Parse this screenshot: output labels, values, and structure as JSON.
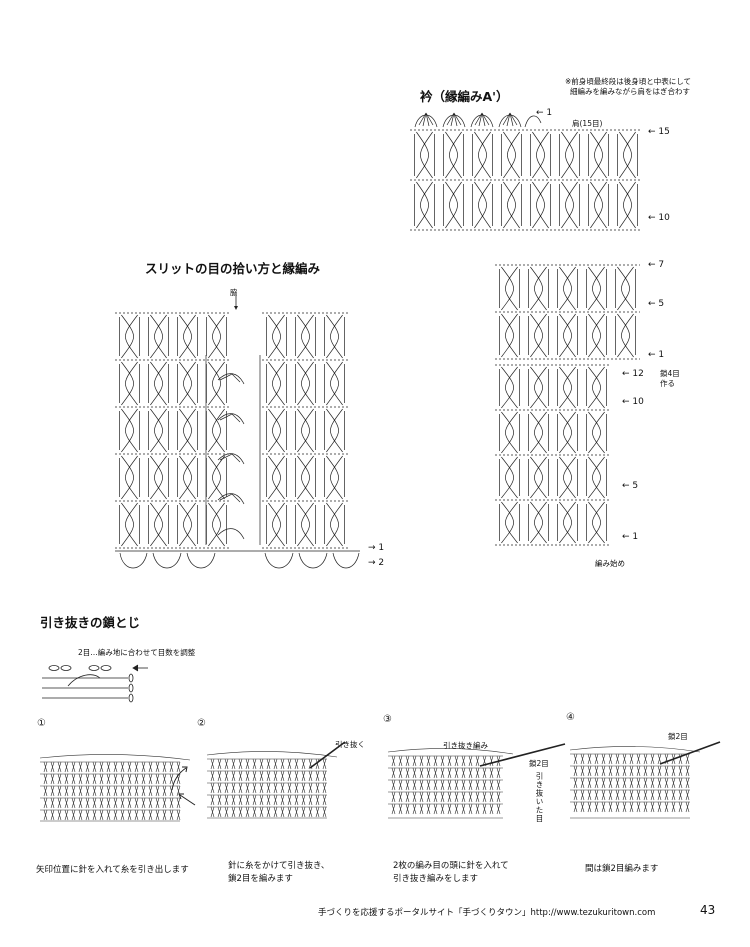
{
  "collar": {
    "title": "衿（縁編みA'）",
    "note_line1": "※前身頃最終段は後身頃と中表にして",
    "note_line2": "細編みを編みながら肩をはぎ合わす",
    "shoulder_label": "肩(15目)",
    "row_top": "← 1",
    "rows_right": [
      "← 15",
      "← 10",
      "← 7",
      "← 5",
      "← 1"
    ],
    "rows_left": [
      "← 12",
      "← 10",
      "← 5",
      "← 1"
    ],
    "chain_note_line1": "鎖4目",
    "chain_note_line2": "作る",
    "start_label": "編み始め"
  },
  "slit": {
    "title": "スリットの目の拾い方と縁編み",
    "side_label": "脇",
    "rows": [
      "→ 1",
      "→ 2"
    ]
  },
  "join": {
    "title": "引き抜きの鎖とじ",
    "note": "2目…編み地に合わせて目数を調整"
  },
  "steps": [
    {
      "num": "①",
      "caption1": "矢印位置に針を入れて糸を引き出します",
      "caption2": ""
    },
    {
      "num": "②",
      "label": "引き抜く",
      "caption1": "針に糸をかけて引き抜き、",
      "caption2": "鎖2目を編みます"
    },
    {
      "num": "③",
      "label": "引き抜き編み",
      "label2": "鎖2目",
      "label3": "引き抜いた目",
      "caption1": "2枚の編み目の頭に針を入れて",
      "caption2": "引き抜き編みをします"
    },
    {
      "num": "④",
      "label": "鎖2目",
      "caption1": "間は鎖2目編みます",
      "caption2": ""
    }
  ],
  "footer": {
    "text": "手づくりを応援するポータルサイト「手づくりタウン」http://www.tezukuritown.com",
    "page": "43"
  },
  "icons": [
    "stitch-chart-grid",
    "shell-edging",
    "knit-fabric",
    "crochet-hook",
    "arrow-icon"
  ]
}
